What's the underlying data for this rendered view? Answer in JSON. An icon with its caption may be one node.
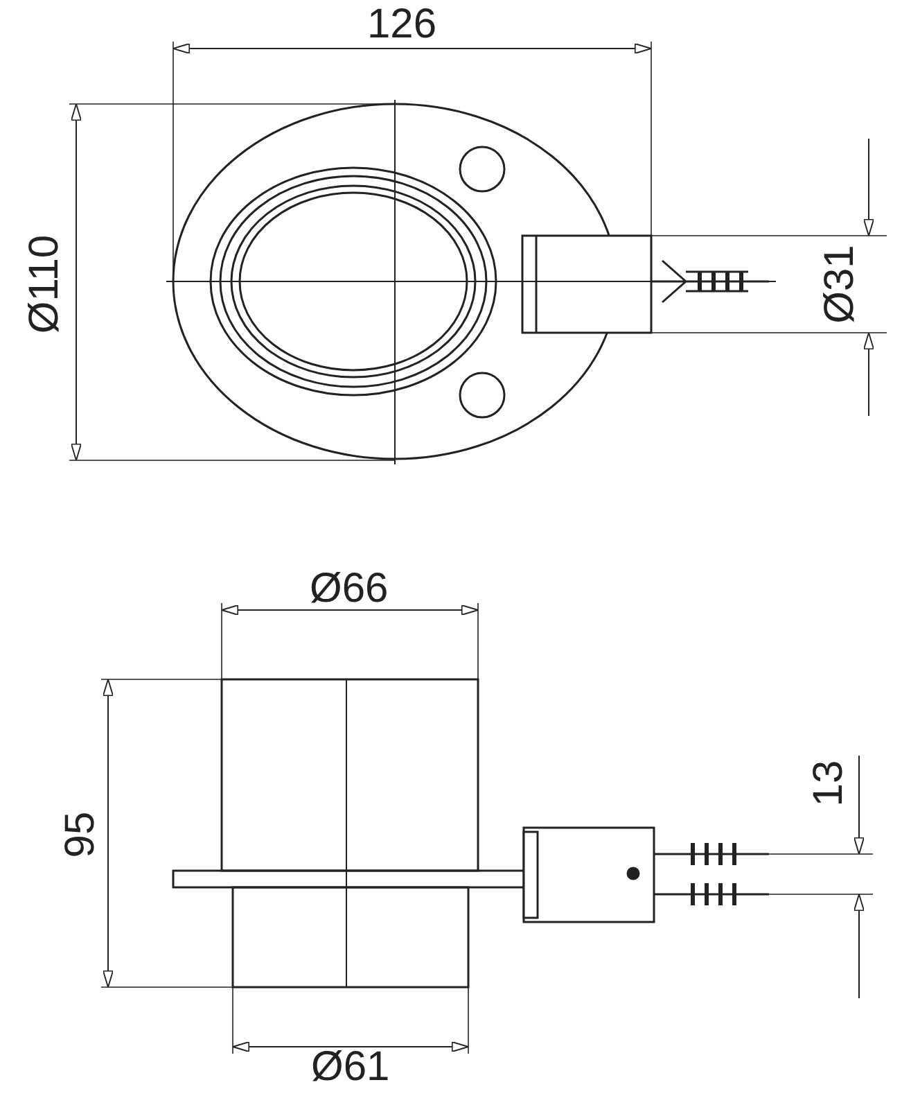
{
  "diagram": {
    "labels": [
      "126",
      "Ø110",
      "Ø31",
      "Ø66",
      "95",
      "13",
      "Ø61"
    ]
  }
}
